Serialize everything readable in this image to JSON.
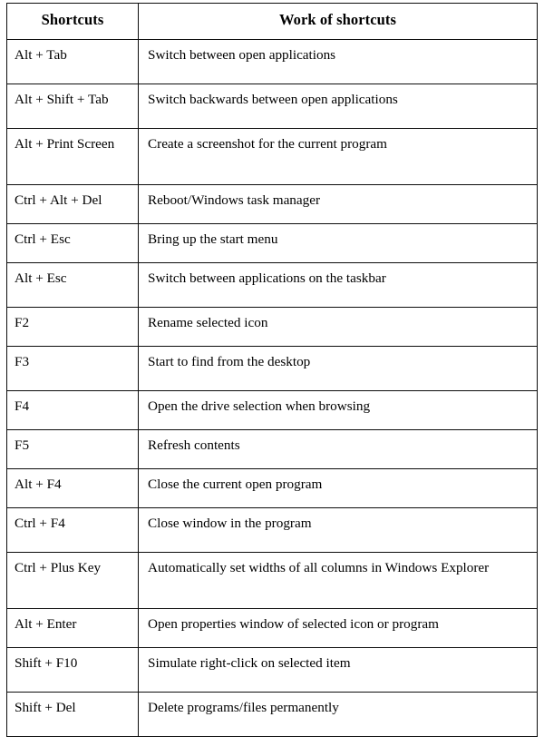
{
  "table": {
    "columns": [
      {
        "key": "shortcut",
        "header": "Shortcuts",
        "align": "center"
      },
      {
        "key": "work",
        "header": "Work of shortcuts",
        "align": "center"
      }
    ],
    "rows": [
      {
        "shortcut": "Alt + Tab",
        "work": "Switch between open applications",
        "height": "medium"
      },
      {
        "shortcut": "Alt + Shift + Tab",
        "work": "Switch backwards between open applications",
        "height": "medium"
      },
      {
        "shortcut": "Alt + Print Screen",
        "work": "Create a screenshot for the current program",
        "height": "tall"
      },
      {
        "shortcut": "Ctrl + Alt + Del",
        "work": "Reboot/Windows task manager",
        "height": "single"
      },
      {
        "shortcut": "Ctrl + Esc",
        "work": "Bring up the start menu",
        "height": "single"
      },
      {
        "shortcut": "Alt + Esc",
        "work": "Switch between applications on the taskbar",
        "height": "medium"
      },
      {
        "shortcut": "F2",
        "work": "Rename selected icon",
        "height": "single"
      },
      {
        "shortcut": "F3",
        "work": "Start to find from the desktop",
        "height": "medium"
      },
      {
        "shortcut": "F4",
        "work": "Open the drive selection when browsing",
        "height": "single"
      },
      {
        "shortcut": "F5",
        "work": "Refresh contents",
        "height": "single"
      },
      {
        "shortcut": "Alt + F4",
        "work": "Close the current open program",
        "height": "single"
      },
      {
        "shortcut": "Ctrl + F4",
        "work": "Close window in the program",
        "height": "medium"
      },
      {
        "shortcut": "Ctrl + Plus Key",
        "work": "Automatically set widths of all columns in Windows Explorer",
        "height": "tall"
      },
      {
        "shortcut": "Alt + Enter",
        "work": "Open properties window of selected icon or program",
        "height": "single"
      },
      {
        "shortcut": "Shift + F10",
        "work": "Simulate right-click on selected item",
        "height": "medium"
      },
      {
        "shortcut": "Shift + Del",
        "work": "Delete programs/files permanently",
        "height": "medium"
      }
    ]
  },
  "style": {
    "border_color": "#0d0d0d",
    "text_color": "#000000",
    "background_color": "#ffffff"
  }
}
